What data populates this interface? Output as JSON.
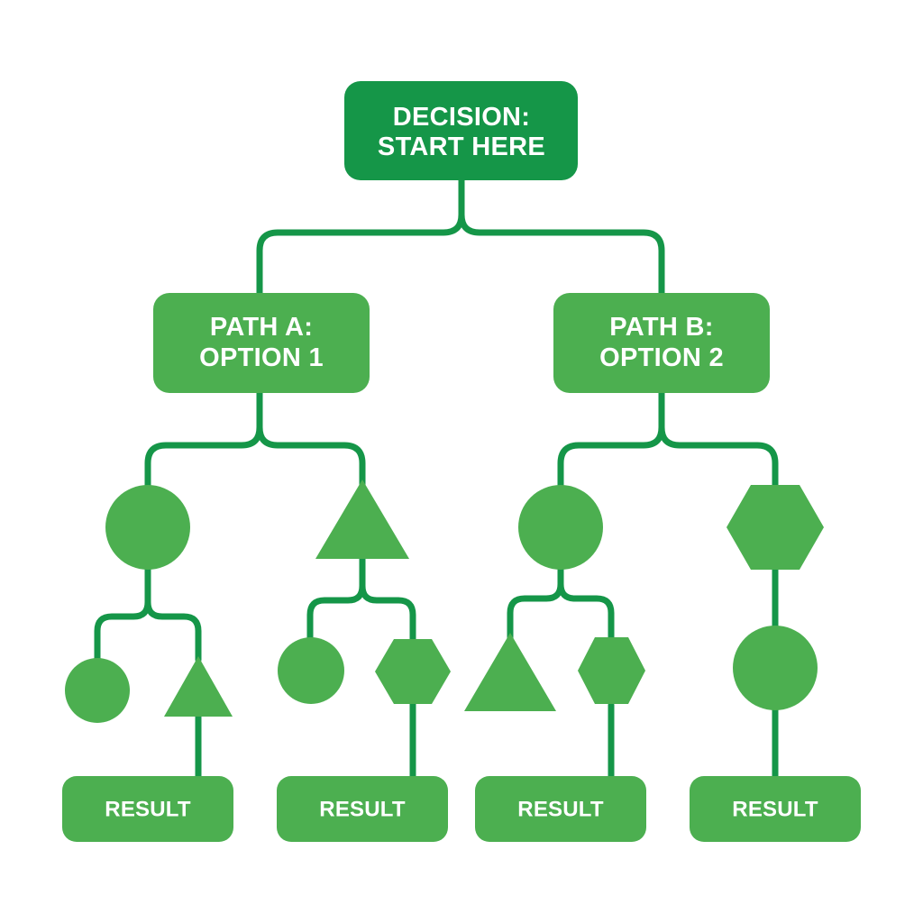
{
  "root": {
    "line1": "DECISION:",
    "line2": "START HERE"
  },
  "path_a": {
    "line1": "PATH A:",
    "line2": "OPTION 1"
  },
  "path_b": {
    "line1": "PATH B:",
    "line2": "OPTION 2"
  },
  "results": [
    "RESULT",
    "RESULT",
    "RESULT",
    "RESULT"
  ],
  "colors": {
    "dark_green": "#159648",
    "green": "#4caf50",
    "background": "#ffffff"
  },
  "shapes": {
    "path_a_children": [
      "circle",
      "triangle"
    ],
    "path_b_children": [
      "circle",
      "hexagon"
    ],
    "leaves": [
      "circle",
      "triangle",
      "circle",
      "hexagon",
      "triangle",
      "hexagon",
      "circle"
    ]
  }
}
